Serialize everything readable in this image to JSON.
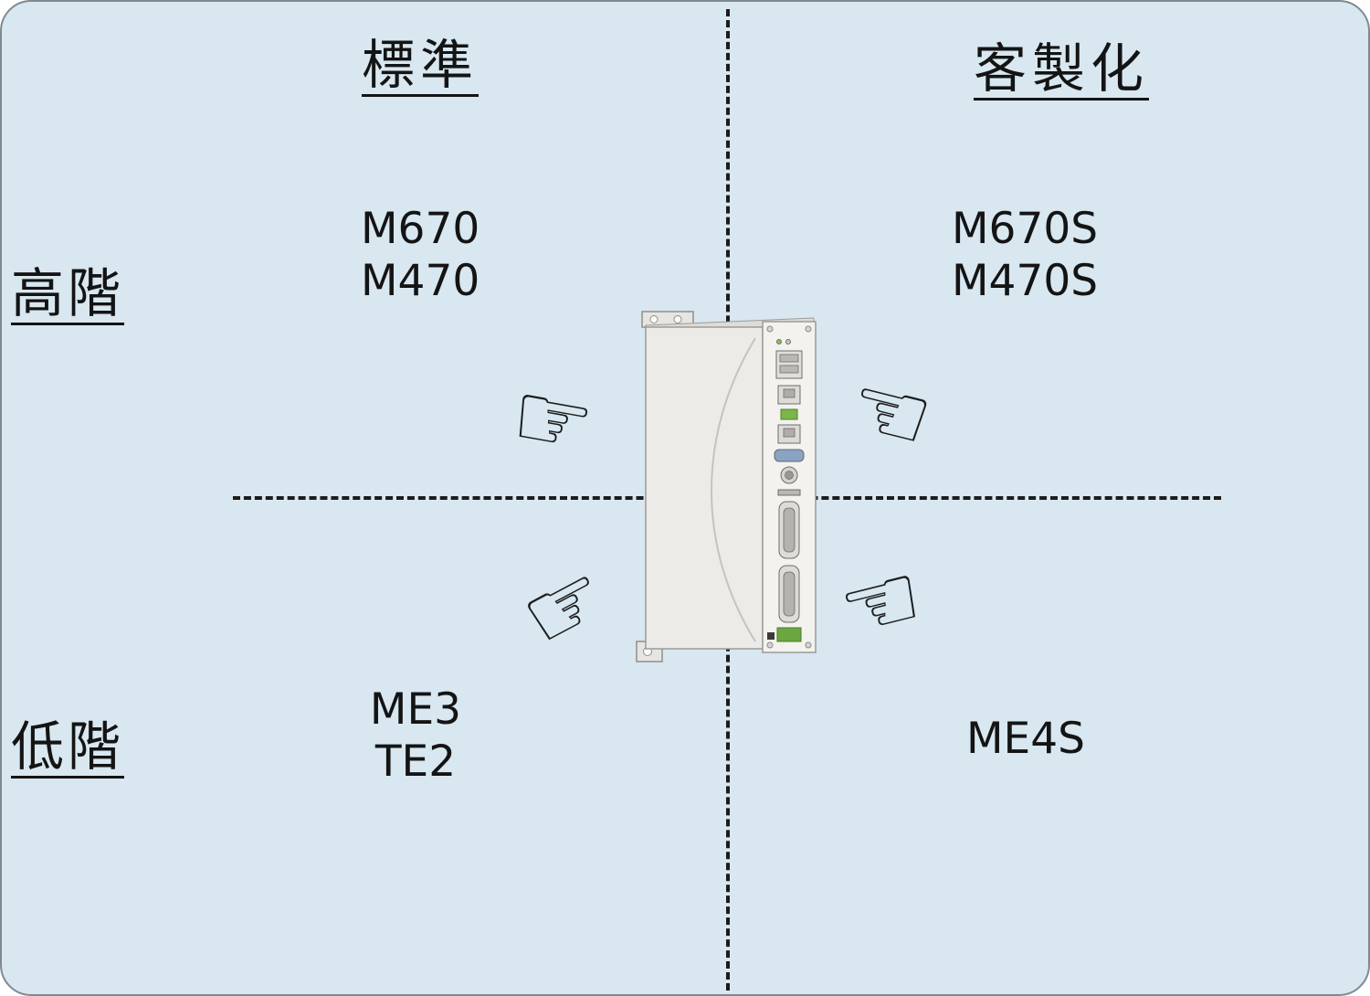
{
  "axes": {
    "column_left": "標準",
    "column_right": "客製化",
    "row_top": "高階",
    "row_bottom": "低階"
  },
  "quadrants": {
    "top_left": {
      "lines": [
        "M670",
        "M470"
      ]
    },
    "top_right": {
      "lines": [
        "M670S",
        "M470S"
      ]
    },
    "bottom_left": {
      "lines": [
        "ME3",
        "TE2"
      ]
    },
    "bottom_right": {
      "lines": [
        "ME4S"
      ]
    }
  },
  "icons": {
    "hand_right": "☞",
    "hand_left": "☜"
  },
  "colors": {
    "background": "#d8e7f0",
    "line": "#1c1c1c",
    "text": "#141414",
    "device_body": "#ecebe7"
  }
}
